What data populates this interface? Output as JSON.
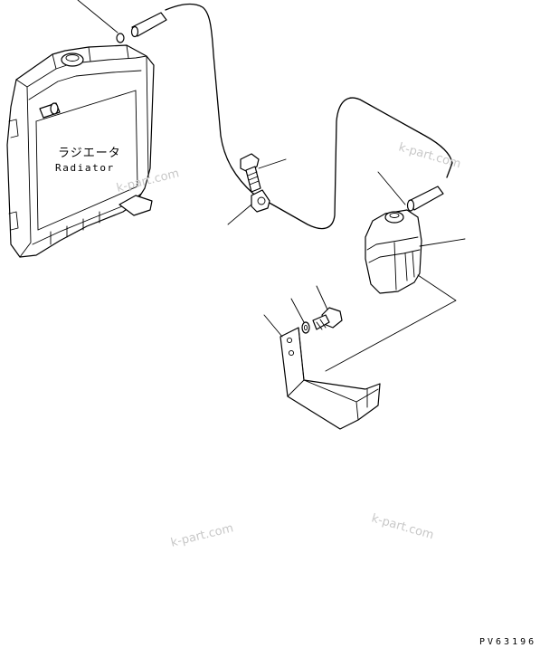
{
  "labels": {
    "radiator_jp": "ラジエータ",
    "radiator_en": "Radiator"
  },
  "watermarks": [
    "k-part.com",
    "k-part.com",
    "k-part.com",
    "k-part.com"
  ],
  "figure_code": "PV63196"
}
